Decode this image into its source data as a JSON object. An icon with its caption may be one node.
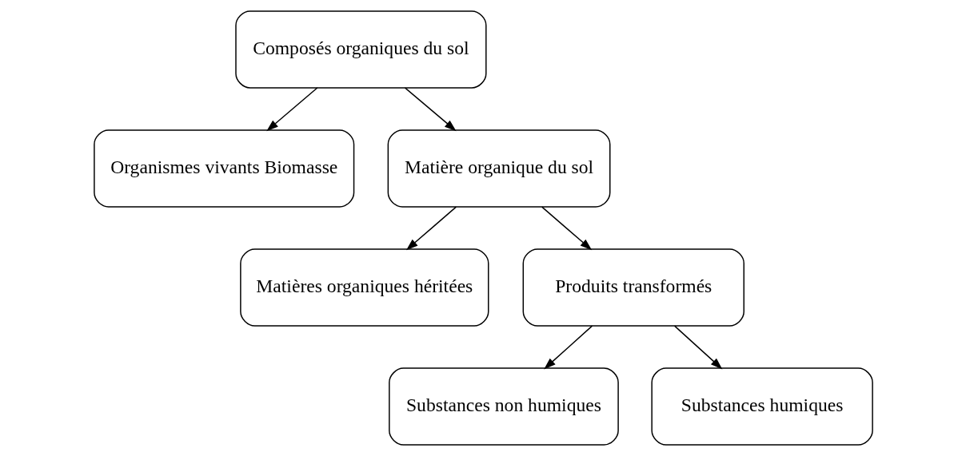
{
  "diagram": {
    "nodes": [
      {
        "text": [
          "Composés organiques du sol"
        ]
      },
      {
        "text": [
          "Organismes vivants Biomasse"
        ]
      },
      {
        "text": [
          "Matière organique du sol"
        ]
      },
      {
        "text": [
          "Matières organiques héritées"
        ]
      },
      {
        "text": [
          "Produits transformés"
        ]
      },
      {
        "text": [
          "Substances non humiques"
        ]
      },
      {
        "text": [
          "Substances humiques"
        ]
      }
    ],
    "edges": [
      {
        "from": 0,
        "to": 1,
        "arrow": "to"
      },
      {
        "from": 0,
        "to": 2,
        "arrow": "to"
      },
      {
        "from": 2,
        "to": 3,
        "arrow": "to"
      },
      {
        "from": 2,
        "to": 4,
        "arrow": "to"
      },
      {
        "from": 4,
        "to": 5,
        "arrow": "to"
      },
      {
        "from": 4,
        "to": 6,
        "arrow": "to"
      }
    ]
  }
}
